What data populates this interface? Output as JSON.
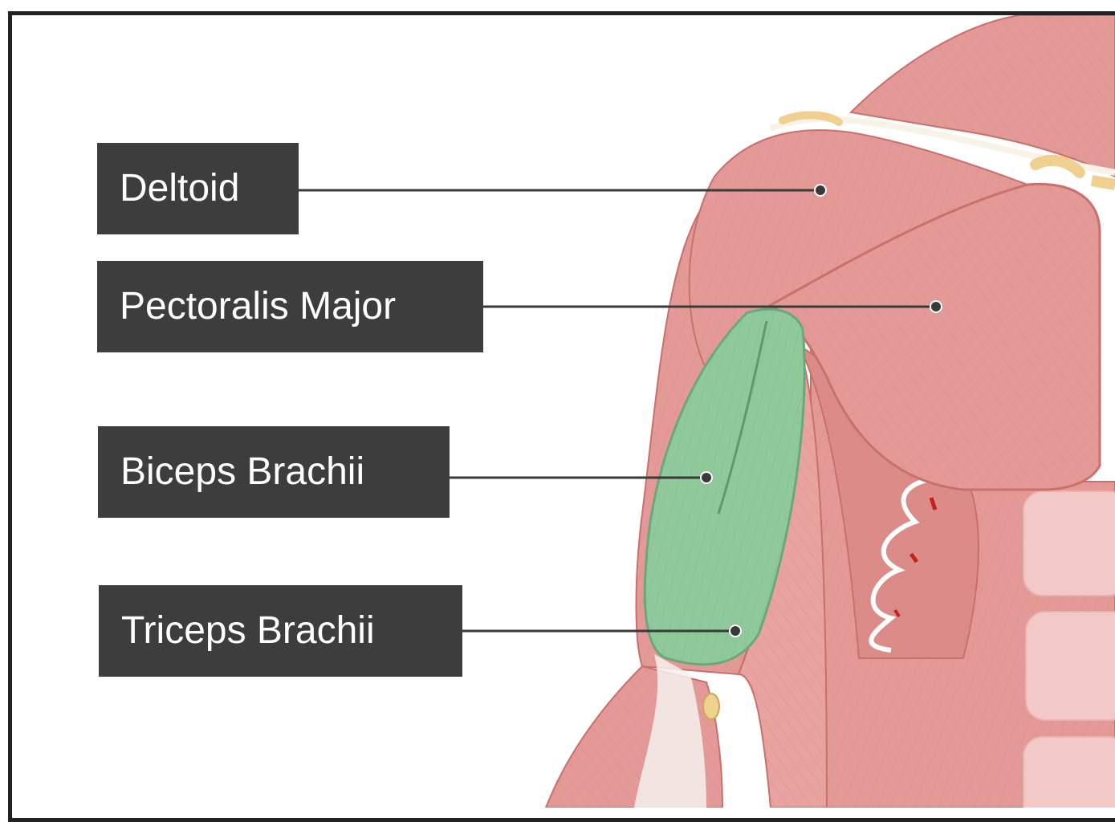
{
  "labels": {
    "deltoid": "Deltoid",
    "pectoralis_major": "Pectoralis Major",
    "biceps_brachii": "Biceps Brachii",
    "triceps_brachii": "Triceps Brachii"
  },
  "highlighted_muscle": "Biceps Brachii",
  "colors": {
    "muscle": "#e39a96",
    "muscle_dark": "#c9706d",
    "highlight": "#8fc99a",
    "tendon": "#f3f1ee",
    "bone": "#efd08f",
    "label_bg": "#3d3d3d",
    "label_text": "#ffffff",
    "leader_line": "#3a3a3a"
  }
}
